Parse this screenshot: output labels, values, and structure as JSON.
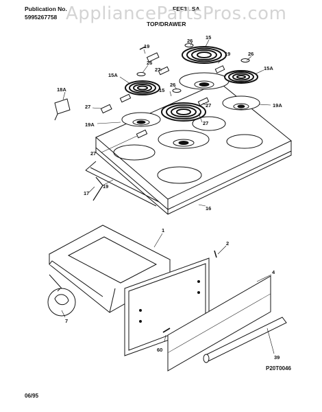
{
  "header": {
    "publication_label": "Publication No.",
    "publication_number": "5995267758",
    "model_partial": "FEF31  SA"
  },
  "watermark": "AppliancePartsPros.com",
  "section_title": "TOP/DRAWER",
  "footer": {
    "date": "06/95",
    "figure_id": "P20T0046"
  },
  "callouts": {
    "c1": "1",
    "c2": "2",
    "c4": "4",
    "c7": "7",
    "c16": "16",
    "c17": "17",
    "c15_top": "15",
    "c15_mid": "15",
    "c15A_left": "15A",
    "c15A_right": "15A",
    "c18A": "18A",
    "c19_top": "19",
    "c19_top2": "19",
    "c19_bottom": "19",
    "c19A_left": "19A",
    "c19A_right": "19A",
    "c26_a": "26",
    "c26_b": "26",
    "c26_c": "26",
    "c26_d": "26",
    "c27_a": "27",
    "c27_b": "27",
    "c27_c": "27",
    "c27_d": "27",
    "c39": "39",
    "c60": "60"
  }
}
